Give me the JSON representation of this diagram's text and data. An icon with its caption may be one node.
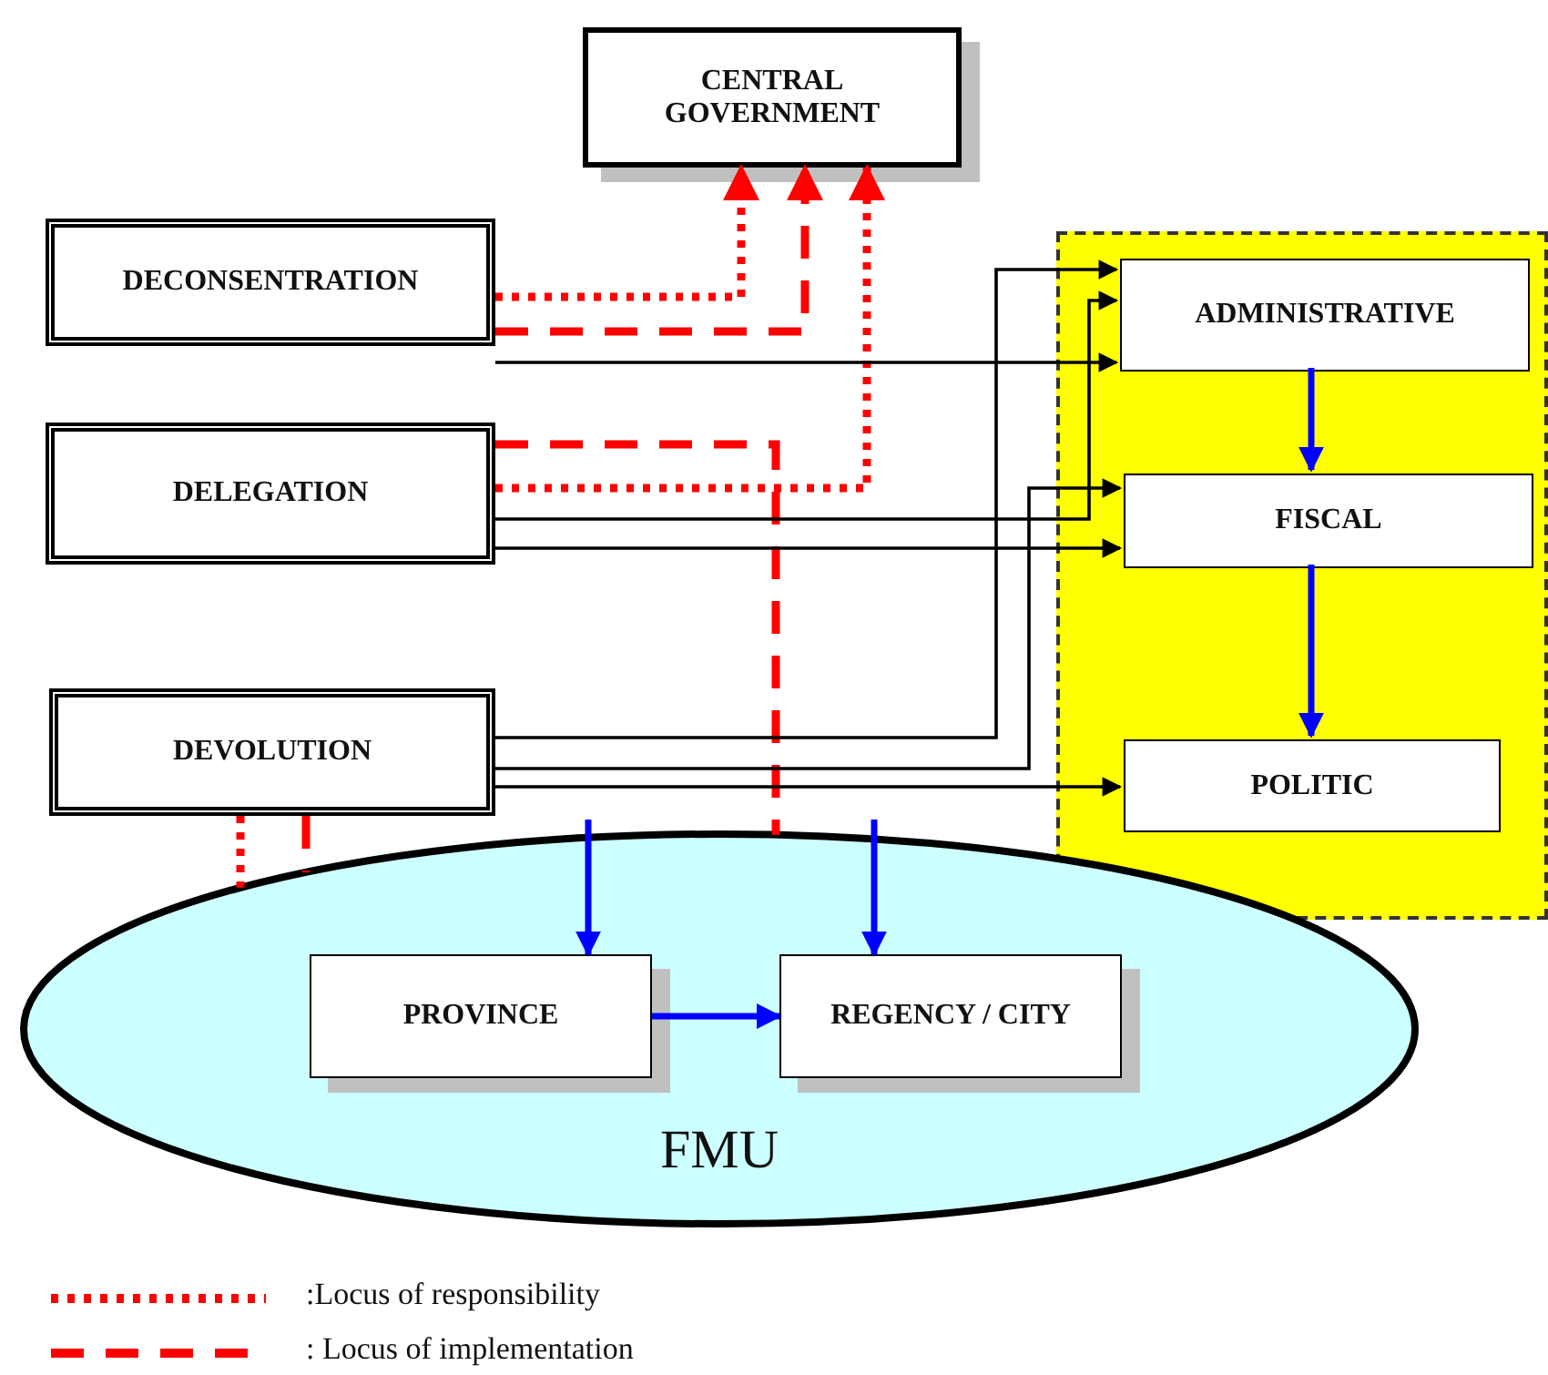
{
  "diagram": {
    "nodes": [
      {
        "text": [
          "CENTRAL GOVERNMENT"
        ]
      },
      {
        "text": [
          "DECONSENTRATION"
        ]
      },
      {
        "text": [
          "DELEGATION"
        ]
      },
      {
        "text": [
          "DEVOLUTION"
        ]
      },
      {
        "text": [],
        "shape": "box"
      },
      {
        "text": [
          "ADMINISTRATIVE"
        ],
        "in": 4
      },
      {
        "text": [
          "FISCAL"
        ],
        "in": 4
      },
      {
        "text": [
          "POLITIC"
        ],
        "in": 4
      },
      {
        "text": [
          "FMU"
        ]
      },
      {
        "text": [
          "PROVINCE"
        ],
        "in": 8
      },
      {
        "text": [
          "REGENCY / CITY"
        ],
        "in": 8
      }
    ],
    "edges": [
      {
        "from": 1,
        "to": 0,
        "arrow": "to",
        "style": "dashed",
        "color": "#ff0000"
      },
      {
        "from": 1,
        "to": 0,
        "arrow": "to",
        "style": "dashed",
        "color": "#ff0000"
      },
      {
        "from": 2,
        "to": 0,
        "arrow": "to",
        "style": "dashed",
        "color": "#ff0000"
      },
      {
        "from": 2,
        "to": 8,
        "arrow": "none",
        "style": "dashed",
        "color": "#ff0000"
      },
      {
        "from": 1,
        "to": 5,
        "arrow": "to",
        "color": "#000000"
      },
      {
        "from": 2,
        "to": 5,
        "arrow": "to",
        "color": "#000000"
      },
      {
        "from": 2,
        "to": 6,
        "arrow": "to",
        "color": "#000000"
      },
      {
        "from": 3,
        "to": 5,
        "arrow": "to",
        "color": "#000000"
      },
      {
        "from": 3,
        "to": 6,
        "arrow": "to",
        "color": "#000000"
      },
      {
        "from": 3,
        "to": 7,
        "arrow": "to",
        "color": "#000000"
      },
      {
        "from": 5,
        "to": 6,
        "arrow": "to",
        "color": "#0000ff"
      },
      {
        "from": 6,
        "to": 7,
        "arrow": "to",
        "color": "#0000ff"
      },
      {
        "from": null,
        "to": 9,
        "arrow": "to",
        "color": "#0000ff"
      },
      {
        "from": null,
        "to": 10,
        "arrow": "to",
        "color": "#0000ff"
      },
      {
        "from": 9,
        "to": 10,
        "arrow": "to",
        "color": "#0000ff"
      },
      {
        "from": 3,
        "to": 8,
        "arrow": "none",
        "style": "dashed",
        "color": "#ff0000"
      },
      {
        "from": 3,
        "to": 8,
        "arrow": "none",
        "style": "dashed",
        "color": "#ff0000"
      }
    ],
    "legend": [
      {
        "text": ":Locus of responsibility"
      },
      {
        "text": ": Locus of implementation"
      }
    ]
  }
}
